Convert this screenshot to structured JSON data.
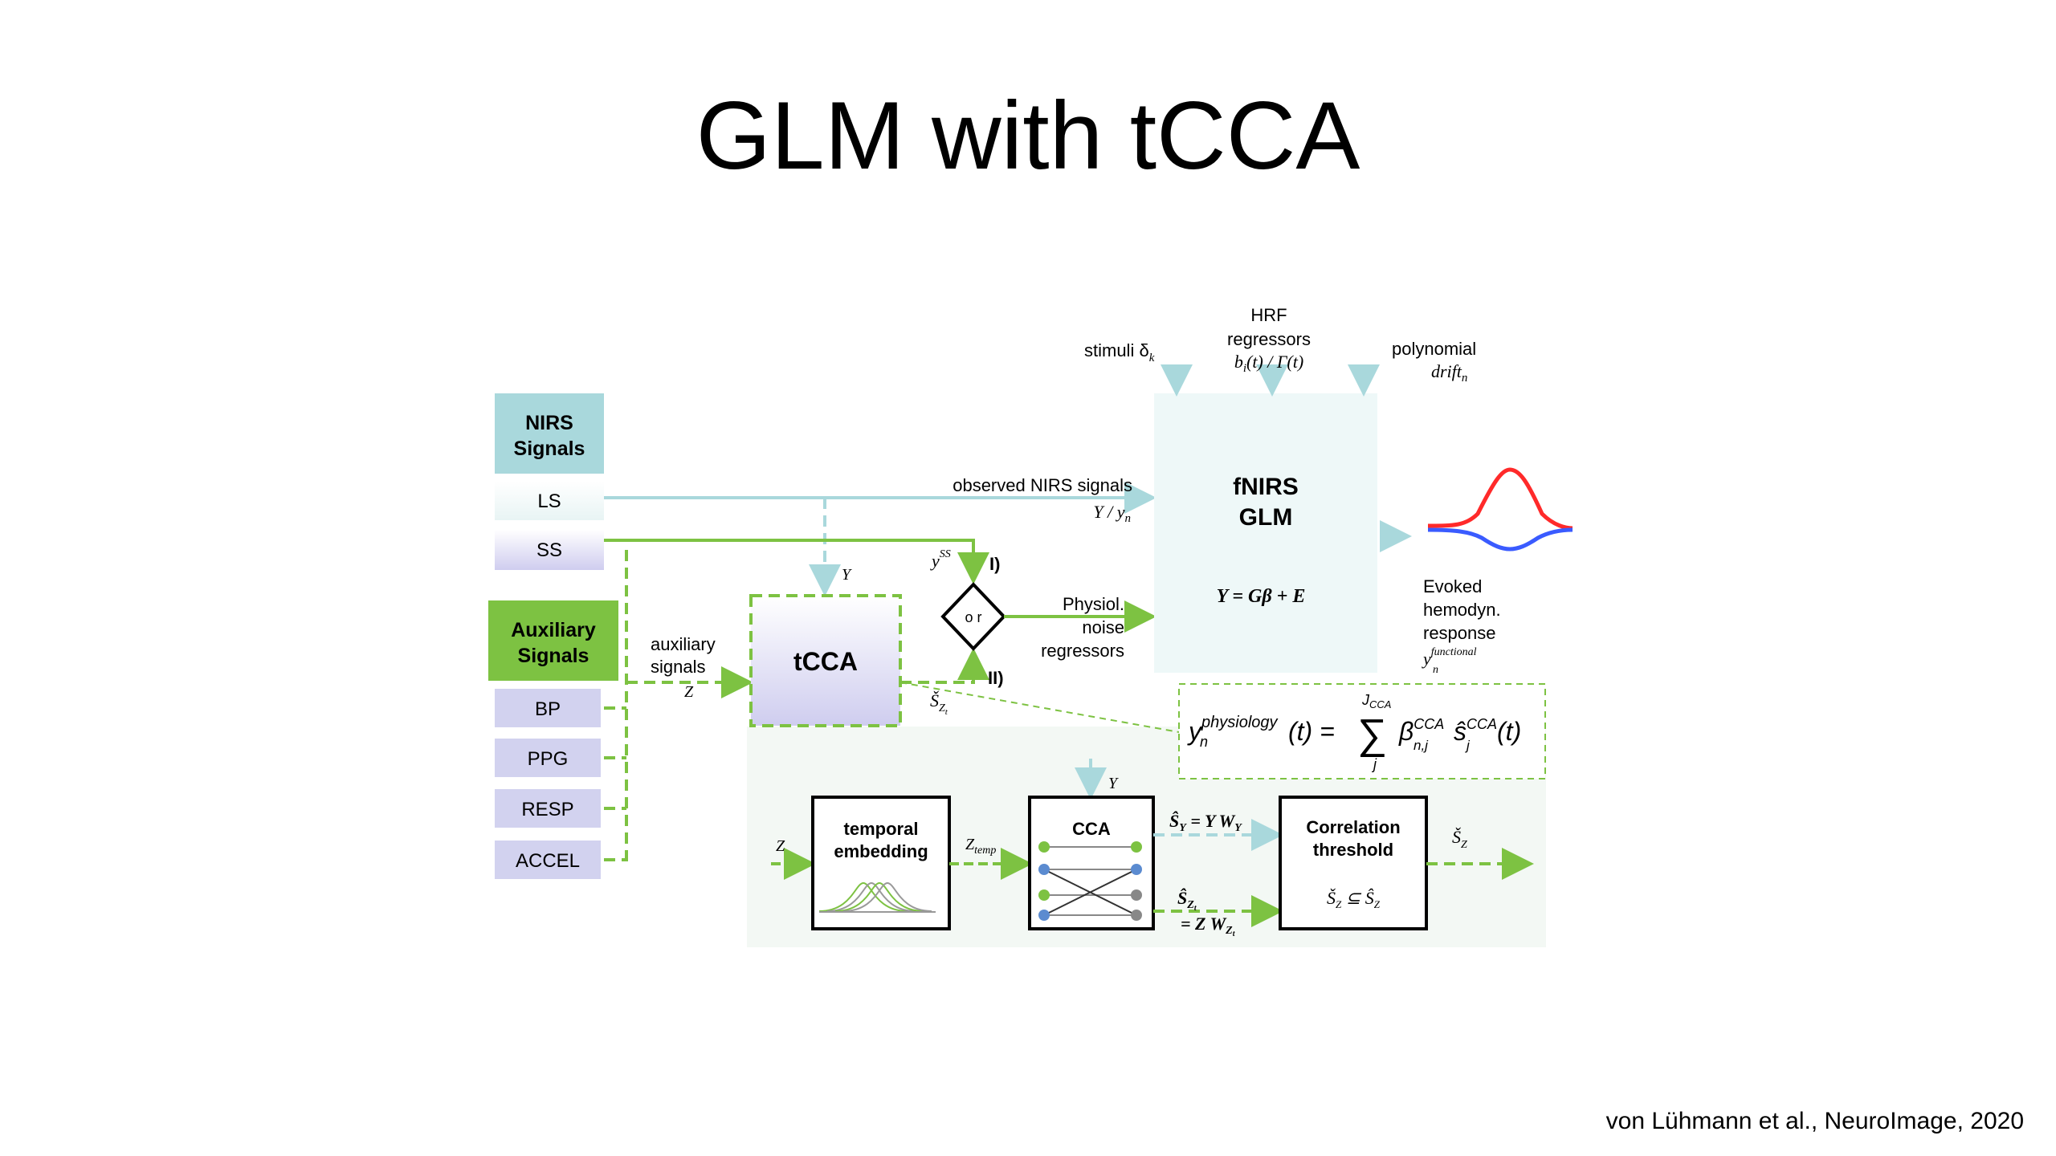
{
  "slide": {
    "title": "GLM with tCCA",
    "citation": "von Lühmann et al., NeuroImage, 2020"
  },
  "left": {
    "nirs_l1": "NIRS",
    "nirs_l2": "Signals",
    "ls": "LS",
    "ss": "SS",
    "aux_l1": "Auxiliary",
    "aux_l2": "Signals",
    "bp": "BP",
    "ppg": "PPG",
    "resp": "RESP",
    "accel": "ACCEL"
  },
  "glm_inputs": {
    "stimuli": "stimuli δ",
    "stimuli_sub": "k",
    "hrf_l1": "HRF",
    "hrf_l2": "regressors",
    "hrf_l3": "b",
    "hrf_l3_sub": "i",
    "hrf_l3_rest": "(t) / Γ(t)",
    "poly_l1": "polynomial",
    "poly_l2": "drift",
    "poly_l2_sub": "n"
  },
  "glm": {
    "l1": "fNIRS",
    "l2": "GLM",
    "eq": "Y = Gβ + E"
  },
  "flow": {
    "observed": "observed NIRS signals",
    "observed_sub": "Y / y",
    "observed_sub_n": "n",
    "y_label": "Y",
    "yss": "y",
    "yss_sup": "SS",
    "case1": "I)",
    "case2": "II)",
    "or": "o r",
    "physio_l1": "Physiol.",
    "physio_l2": "noise",
    "physio_l3": "regressors",
    "aux_l1": "auxiliary",
    "aux_l2": "signals",
    "aux_z": "Z",
    "tcca": "tCCA",
    "sz": "Š",
    "sz_sub": "Z",
    "sz_subsub": "t"
  },
  "response": {
    "l1": "Evoked",
    "l2": "hemodyn.",
    "l3": "response",
    "y": "y",
    "y_sup": "functional",
    "y_sub": "n"
  },
  "formula": {
    "y": "y",
    "y_sup": "physiology",
    "y_sub": "n",
    "t": "(t) =",
    "sigma": "∑",
    "sigma_top": "J",
    "sigma_top_sub": "CCA",
    "sigma_bot": "j",
    "beta": "β",
    "beta_sup": "CCA",
    "beta_sub": "n,j",
    "s": "ŝ",
    "s_sup": "CCA",
    "s_sub": "j",
    "s_t": "(t)"
  },
  "pipeline": {
    "z_in": "Z",
    "temporal_l1": "temporal",
    "temporal_l2": "embedding",
    "z_temp": "Z",
    "z_temp_sub": "temp",
    "y_in": "Y",
    "cca": "CCA",
    "sy_eq": "Ŝ",
    "sy_sub": "Y",
    "sy_rest": " = Y W",
    "sy_rest_sub": "Y",
    "sz_eq": "Ŝ",
    "sz_eq_sub": "Z",
    "sz_eq_subsub": "t",
    "sz_eq2": "= Z W",
    "sz_eq2_sub": "Z",
    "sz_eq2_subsub": "t",
    "corr_l1": "Correlation",
    "corr_l2": "threshold",
    "corr_eq": "Š",
    "corr_eq_sub": "Z",
    "corr_eq_mid": " ⊆ Ŝ",
    "corr_eq_sub2": "Z",
    "out": "Š",
    "out_sub": "Z"
  },
  "colors": {
    "green": "#7dc242",
    "lightblue": "#a9d8dc",
    "lavender": "#d2d2ef",
    "glmbox": "#eef8f8",
    "red": "#ff2a2a",
    "blue": "#3a5bff"
  }
}
